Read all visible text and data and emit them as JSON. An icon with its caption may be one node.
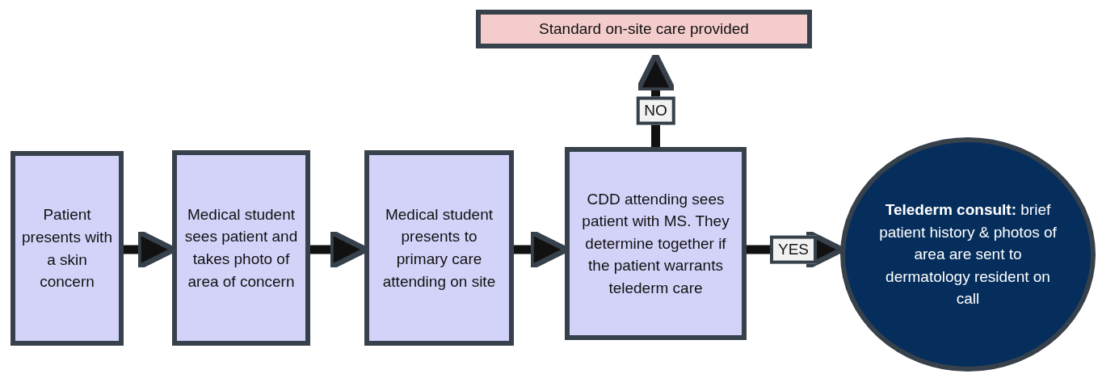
{
  "diagram": {
    "nodes": [
      {
        "text": [
          "Patient presents with a skin concern"
        ]
      },
      {
        "text": [
          "Medical student sees patient and takes photo of area of concern"
        ]
      },
      {
        "text": [
          "Medical student presents to primary care attending on site"
        ]
      },
      {
        "text": [
          "CDD attending sees patient with MS. They determine together if the patient warrants telederm care"
        ]
      },
      {
        "text": [
          "**Telederm consult:** brief patient history & photos of area are sent to dermatology resident on call"
        ]
      },
      {
        "text": [
          "Standard on-site care provided"
        ]
      }
    ],
    "edges": [
      {
        "from": 0,
        "to": 1,
        "arrow": "to"
      },
      {
        "from": 1,
        "to": 2,
        "arrow": "to"
      },
      {
        "from": 2,
        "to": 3,
        "arrow": "to"
      },
      {
        "from": 3,
        "to": 4,
        "arrow": "to",
        "label": "YES"
      },
      {
        "from": 3,
        "to": 5,
        "arrow": "to",
        "label": "NO"
      }
    ]
  }
}
